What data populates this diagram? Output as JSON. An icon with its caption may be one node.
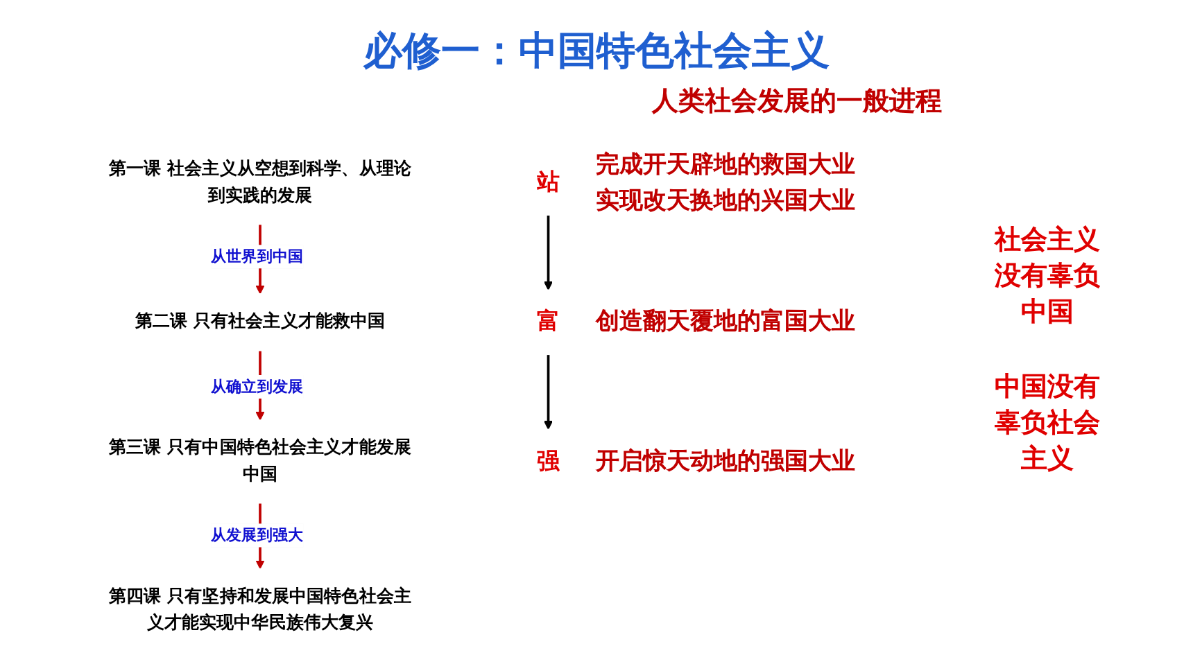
{
  "diagram": {
    "title": "必修一：中国特色社会主义",
    "nodes": [
      {
        "text": [
          "第一课 社会主义从空想到科学、从理论到实践的发展"
        ]
      },
      {
        "text": [
          "第二课 只有社会主义才能救中国"
        ]
      },
      {
        "text": [
          "第三课 只有中国特色社会主义才能发展中国"
        ]
      },
      {
        "text": [
          "第四课 只有坚持和发展中国特色社会主义才能实现中华民族伟大复兴"
        ]
      },
      {
        "text": [
          "站"
        ],
        "beside": [
          "完成开天辟地的救国大业",
          "实现改天换地的兴国大业"
        ]
      },
      {
        "text": [
          "富"
        ],
        "beside": [
          "创造翻天覆地的富国大业"
        ]
      },
      {
        "text": [
          "强"
        ],
        "beside": [
          "开启惊天动地的强国大业"
        ]
      }
    ],
    "edges": [
      {
        "from": 0,
        "to": 1,
        "arrow": "to",
        "label": "从世界到中国",
        "color": "#c00000"
      },
      {
        "from": 1,
        "to": 2,
        "arrow": "to",
        "label": "从确立到发展",
        "color": "#c00000"
      },
      {
        "from": 2,
        "to": 3,
        "arrow": "to",
        "label": "从发展到强大",
        "color": "#c00000"
      },
      {
        "from": 4,
        "to": 5,
        "arrow": "to",
        "color": "#000000"
      },
      {
        "from": 5,
        "to": 6,
        "arrow": "to",
        "color": "#000000"
      }
    ],
    "labels": [
      "人类社会发展的一般进程",
      "社会主义没有辜负中国",
      "中国没有辜负社会主义"
    ]
  }
}
